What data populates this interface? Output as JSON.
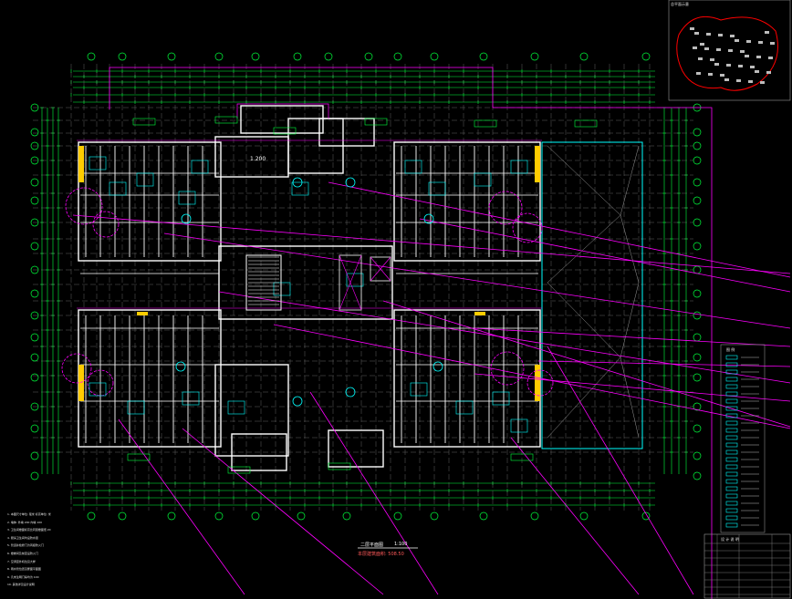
{
  "drawing": {
    "title": "二层平面图",
    "title_scale": "1:100",
    "scale_note": "本层建筑面积: 508.50",
    "inset_label": "总平面示意",
    "level_tag": "1.200",
    "legend_heading": "图 例",
    "table_header": "设 计 说 明"
  },
  "colors": {
    "background": "#000000",
    "wall": "#ffffff",
    "dimension": "#00ff3c",
    "axis": "#00ff3c",
    "pipe": "#ff00ff",
    "room": "#00ffff",
    "accent": "#ffcc00",
    "red": "#ff0000"
  },
  "notes": [
    "1. 本图尺寸单位: 毫米 标高单位: 米",
    "2. 墙体: 外墙 200 内墙 100",
    "3. 卫生间楼面标高比同层楼面低 20",
    "4. 厨房卫生间均设防水层",
    "5. 管道井检修门为丙级防火门",
    "6. 楼梯间及前室设防火门",
    "7. 空调室外机位见大样",
    "8. 雨水管位置见屋面平面图",
    "9. 凡未注明门垛均为 100",
    "10. 其他详见设计说明"
  ]
}
